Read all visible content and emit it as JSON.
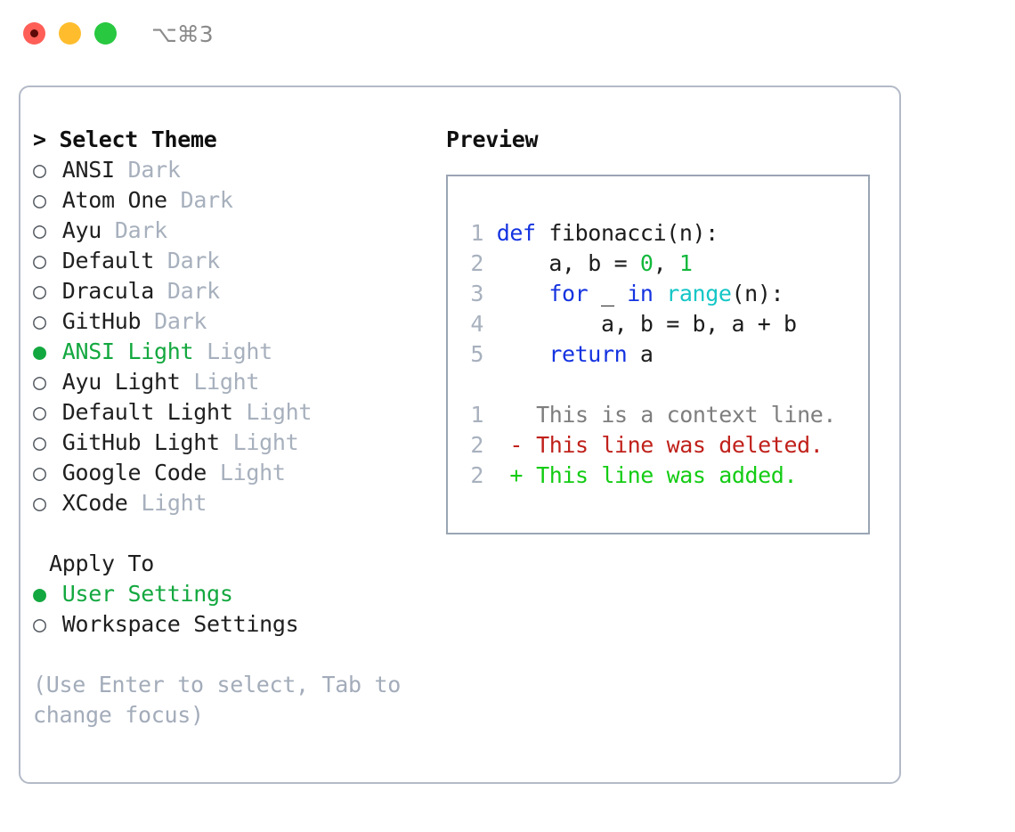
{
  "titlebar": {
    "shortcut": "⌥⌘3",
    "buttons": [
      {
        "name": "close",
        "color": "#ff5f57"
      },
      {
        "name": "minimize",
        "color": "#ffbd2e"
      },
      {
        "name": "zoom",
        "color": "#28c840"
      }
    ]
  },
  "theme_picker": {
    "header": "> Select Theme",
    "options": [
      {
        "marker": "○",
        "name": "ANSI",
        "badge": "Dark",
        "selected": false
      },
      {
        "marker": "○",
        "name": "Atom One",
        "badge": "Dark",
        "selected": false
      },
      {
        "marker": "○",
        "name": "Ayu",
        "badge": "Dark",
        "selected": false
      },
      {
        "marker": "○",
        "name": "Default",
        "badge": "Dark",
        "selected": false
      },
      {
        "marker": "○",
        "name": "Dracula",
        "badge": "Dark",
        "selected": false
      },
      {
        "marker": "○",
        "name": "GitHub",
        "badge": "Dark",
        "selected": false
      },
      {
        "marker": "●",
        "name": "ANSI Light",
        "badge": "Light",
        "selected": true
      },
      {
        "marker": "○",
        "name": "Ayu Light",
        "badge": "Light",
        "selected": false
      },
      {
        "marker": "○",
        "name": "Default Light",
        "badge": "Light",
        "selected": false
      },
      {
        "marker": "○",
        "name": "GitHub Light",
        "badge": "Light",
        "selected": false
      },
      {
        "marker": "○",
        "name": "Google Code",
        "badge": "Light",
        "selected": false
      },
      {
        "marker": "○",
        "name": "XCode",
        "badge": "Light",
        "selected": false
      }
    ]
  },
  "apply_to": {
    "label": "Apply To",
    "options": [
      {
        "marker": "●",
        "name": "User Settings",
        "selected": true
      },
      {
        "marker": "○",
        "name": "Workspace Settings",
        "selected": false
      }
    ]
  },
  "hint": "(Use Enter to select, Tab to change focus)",
  "preview": {
    "title": "Preview",
    "code_lines": [
      {
        "no": "1",
        "tokens": [
          {
            "t": "def",
            "c": "kw"
          },
          {
            "t": " fibonacci(n):",
            "c": "plain"
          }
        ]
      },
      {
        "no": "2",
        "tokens": [
          {
            "t": "    a, b = ",
            "c": "plain"
          },
          {
            "t": "0",
            "c": "num"
          },
          {
            "t": ", ",
            "c": "plain"
          },
          {
            "t": "1",
            "c": "num"
          }
        ]
      },
      {
        "no": "3",
        "tokens": [
          {
            "t": "    ",
            "c": "plain"
          },
          {
            "t": "for",
            "c": "kw"
          },
          {
            "t": " _ ",
            "c": "plain"
          },
          {
            "t": "in",
            "c": "kw"
          },
          {
            "t": " ",
            "c": "plain"
          },
          {
            "t": "range",
            "c": "builtin"
          },
          {
            "t": "(n):",
            "c": "plain"
          }
        ]
      },
      {
        "no": "4",
        "tokens": [
          {
            "t": "        a, b = b, a + b",
            "c": "plain"
          }
        ]
      },
      {
        "no": "5",
        "tokens": [
          {
            "t": "    ",
            "c": "plain"
          },
          {
            "t": "return",
            "c": "kw"
          },
          {
            "t": " a",
            "c": "plain"
          }
        ]
      }
    ],
    "diff_lines": [
      {
        "no": "1",
        "sign": " ",
        "text": " This is a context line.",
        "kind": "ctx"
      },
      {
        "no": "2",
        "sign": "-",
        "text": " This line was deleted.",
        "kind": "del"
      },
      {
        "no": "2",
        "sign": "+",
        "text": " This line was added.",
        "kind": "add"
      }
    ]
  },
  "colors": {
    "accent_green": "#13a83f",
    "keyword_blue": "#1433e0",
    "number_green": "#13b83c",
    "builtin_cyan": "#15c6c6",
    "diff_delete": "#c0211b",
    "diff_add": "#14cc14",
    "muted": "#a7b0bd",
    "border": "#9aa5b4"
  }
}
